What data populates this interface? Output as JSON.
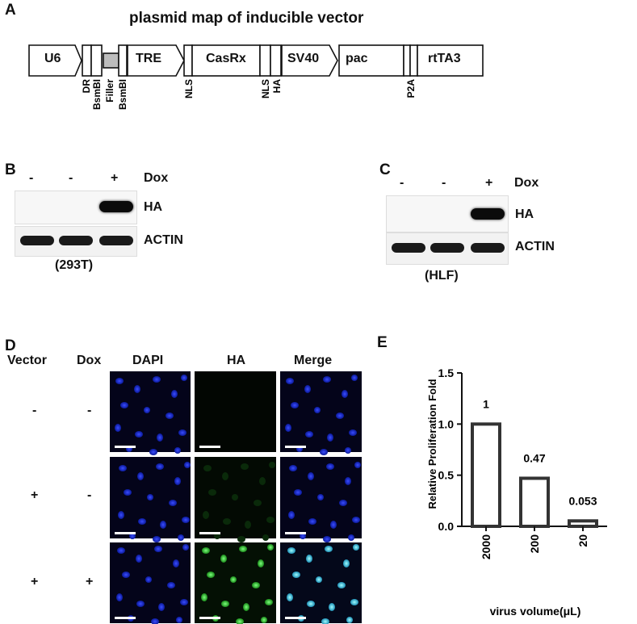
{
  "panelA": {
    "letter": "A",
    "title": "plasmid map of inducible vector",
    "elements": {
      "u6": "U6",
      "tre": "TRE",
      "casrx": "CasRx",
      "sv40": "SV40",
      "pac": "pac",
      "rtta3": "rtTA3"
    },
    "annotations": {
      "dr": "DR",
      "bsmbi1": "BsmBI",
      "filler": "Filler",
      "bsmbi2": "BsmBI",
      "nls1": "NLS",
      "nls2": "NLS",
      "ha": "HA",
      "p2a": "P2A"
    }
  },
  "panelB": {
    "letter": "B",
    "lanes": [
      "-",
      "-",
      "+"
    ],
    "treatment": "Dox",
    "rows": [
      "HA",
      "ACTIN"
    ],
    "cell_line": "(293T)"
  },
  "panelC": {
    "letter": "C",
    "lanes": [
      "-",
      "-",
      "+"
    ],
    "treatment": "Dox",
    "rows": [
      "HA",
      "ACTIN"
    ],
    "cell_line": "(HLF)"
  },
  "panelD": {
    "letter": "D",
    "col_headers": {
      "vector": "Vector",
      "dox": "Dox",
      "dapi": "DAPI",
      "ha": "HA",
      "merge": "Merge"
    },
    "rows": [
      {
        "vector": "-",
        "dox": "-"
      },
      {
        "vector": "+",
        "dox": "-"
      },
      {
        "vector": "+",
        "dox": "+"
      }
    ]
  },
  "panelE": {
    "letter": "E"
  },
  "chart_data": {
    "type": "bar",
    "categories": [
      "2000",
      "200",
      "20"
    ],
    "values": [
      1,
      0.47,
      0.053
    ],
    "data_labels": [
      "1",
      "0.47",
      "0.053"
    ],
    "xlabel": "virus volume(μL)",
    "ylabel": "Relative Proliferation Fold",
    "ylim": [
      0,
      1.5
    ],
    "yticks": [
      "0.0",
      "0.5",
      "1.0",
      "1.5"
    ],
    "grid": false
  }
}
